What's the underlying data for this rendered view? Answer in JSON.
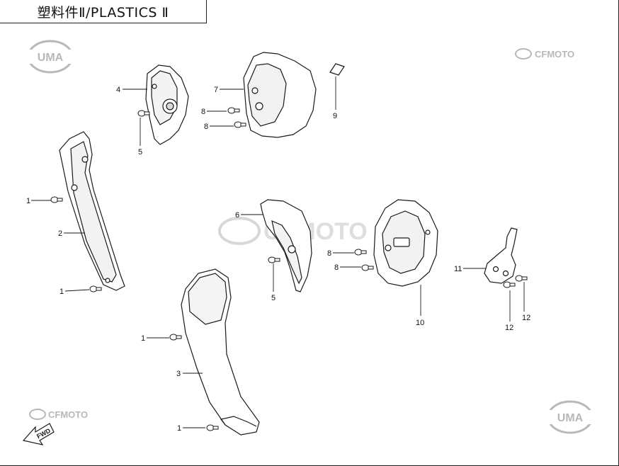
{
  "title": "塑料件Ⅱ/PLASTICS Ⅱ",
  "logos": {
    "uma_top": "UMA",
    "uma_bottom": "UMA",
    "cfmoto_top": "CFMOTO",
    "cfmoto_bottom": "CFMOTO",
    "cfmoto_center": "CFMOTO",
    "fwd": "FWD"
  },
  "callouts": {
    "c1a": "1",
    "c1b": "1",
    "c1c": "1",
    "c1d": "1",
    "c2": "2",
    "c3": "3",
    "c4": "4",
    "c5a": "5",
    "c5b": "5",
    "c6": "6",
    "c7": "7",
    "c8a": "8",
    "c8b": "8",
    "c8c": "8",
    "c8d": "8",
    "c9": "9",
    "c10": "10",
    "c11": "11",
    "c12a": "12",
    "c12b": "12"
  },
  "colors": {
    "line": "#1a1a1a",
    "watermark": "#b8b8b8",
    "part_fill": "#ffffff",
    "shade": "#d9d9d9"
  }
}
